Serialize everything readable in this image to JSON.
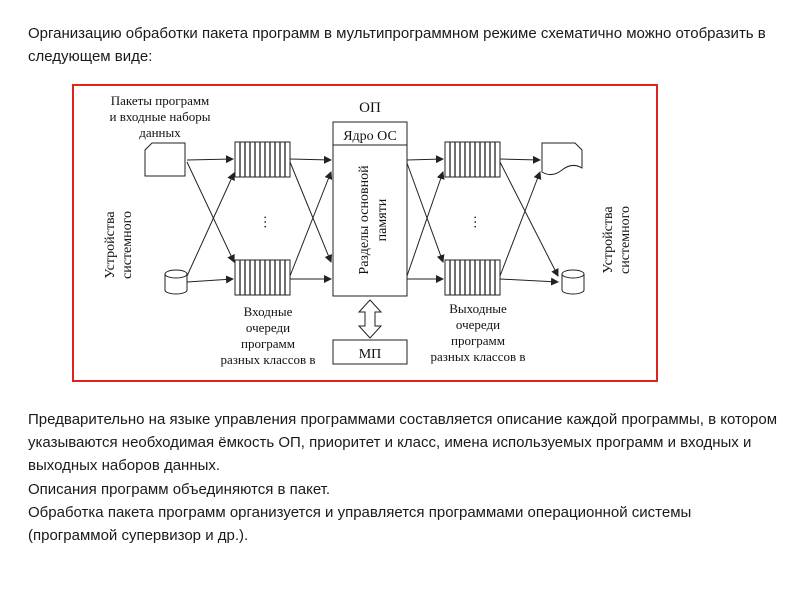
{
  "intro_text": "Организацию обработки пакета программ в мультипрограммном режиме схематично можно отобразить в следующем виде:",
  "diagram": {
    "label_packages_line1": "Пакеты программ",
    "label_packages_line2": "и входные наборы",
    "label_packages_line3": "данных",
    "label_op": "ОП",
    "label_kernel": "Ядро ОС",
    "label_partitions_line1": "Разделы основной",
    "label_partitions_line2": "памяти",
    "label_mp": "МП",
    "label_device_left_line1": "Устройства",
    "label_device_left_line2": "системного",
    "label_device_right_line1": "Устройства",
    "label_device_right_line2": "системного",
    "label_input_queues_line1": "Входные",
    "label_input_queues_line2": "очереди",
    "label_input_queues_line3": "программ",
    "label_input_queues_line4": "разных классов в",
    "label_output_queues_line1": "Выходные",
    "label_output_queues_line2": "очереди",
    "label_output_queues_line3": "программ",
    "label_output_queues_line4": "разных классов в",
    "ellipsis": "…"
  },
  "desc_text": "Предварительно на языке управления программами составляется описание каждой программы, в котором указываются необходимая ёмкость ОП, приоритет и класс, имена используемых программ и входных и выходных наборов данных.",
  "pack_text": "Описания программ объединяются в пакет.",
  "proc_text": "Обработка пакета  программ организуется и управляется программами операционной системы (программой супервизор и др.).",
  "colors": {
    "frame_border": "#e0231c",
    "text": "#1a1a1a"
  }
}
